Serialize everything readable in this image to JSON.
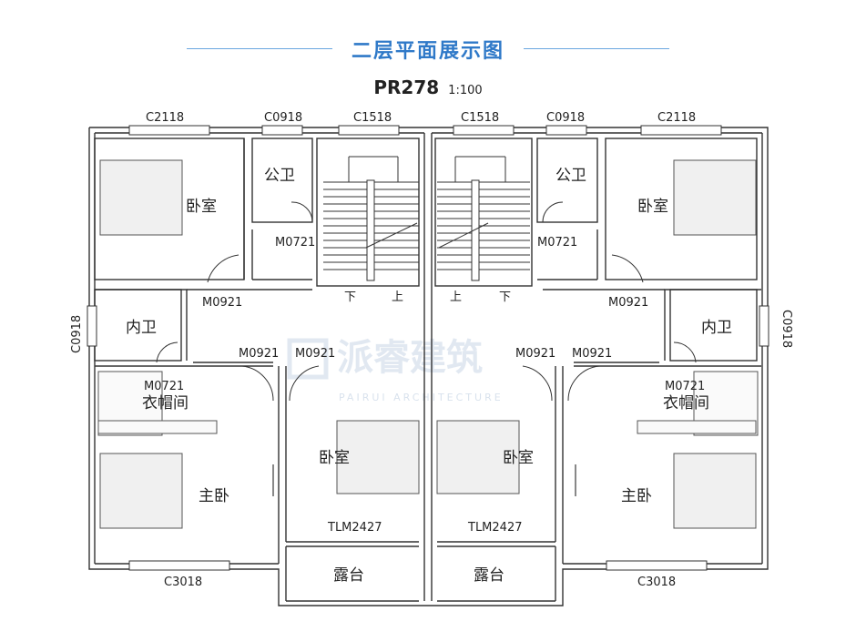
{
  "header": {
    "title": "二层平面展示图",
    "accent_color": "#2f79c8"
  },
  "model": {
    "code": "PR278",
    "scale": "1:100"
  },
  "windows": {
    "left_bedroom": "C2118",
    "left_bath": "C0918",
    "left_stair": "C1518",
    "right_stair": "C1518",
    "right_bath": "C0918",
    "right_bedroom": "C2118",
    "left_side": "C0918",
    "right_side": "C0918",
    "left_bottom": "C3018",
    "right_bottom": "C3018"
  },
  "doors": {
    "l_bath": "M0721",
    "r_bath": "M0721",
    "l_bed": "M0921",
    "r_bed": "M0921",
    "l_master": "M0921",
    "l_center": "M0921",
    "r_center": "M0921",
    "r_master": "M0921",
    "l_inner_bath": "M0721",
    "r_inner_bath": "M0721",
    "l_balcony": "TLM2427",
    "r_balcony": "TLM2427"
  },
  "rooms": {
    "bedroom": "卧室",
    "public_bath": "公卫",
    "inner_bath": "内卫",
    "wardrobe": "衣帽间",
    "master": "主卧",
    "terrace": "露台"
  },
  "stairs": {
    "down": "下",
    "up": "上"
  },
  "watermark": {
    "text": "派睿建筑",
    "sub": "PAIRUI ARCHITECTURE"
  }
}
